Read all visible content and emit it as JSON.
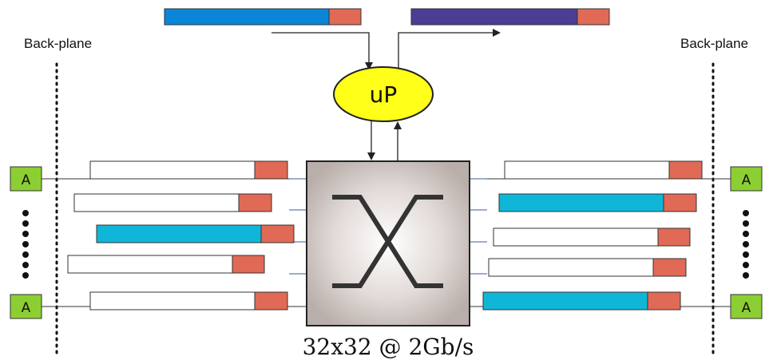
{
  "labels": {
    "backplane_left": "Back-plane",
    "backplane_right": "Back-plane",
    "processor": "uP",
    "switch_caption": "32x32 @ 2Gb/s",
    "adapter": "A"
  },
  "colors": {
    "header_red": "#e06a55",
    "payload_blue": "#0a86d8",
    "payload_cyan": "#10b6d8",
    "payload_purple": "#4b3d93",
    "payload_white": "#ffffff",
    "processor_yellow": "#ffff1a",
    "adapter_green": "#8ccf33",
    "switch_gray": "#c8c0bc"
  }
}
